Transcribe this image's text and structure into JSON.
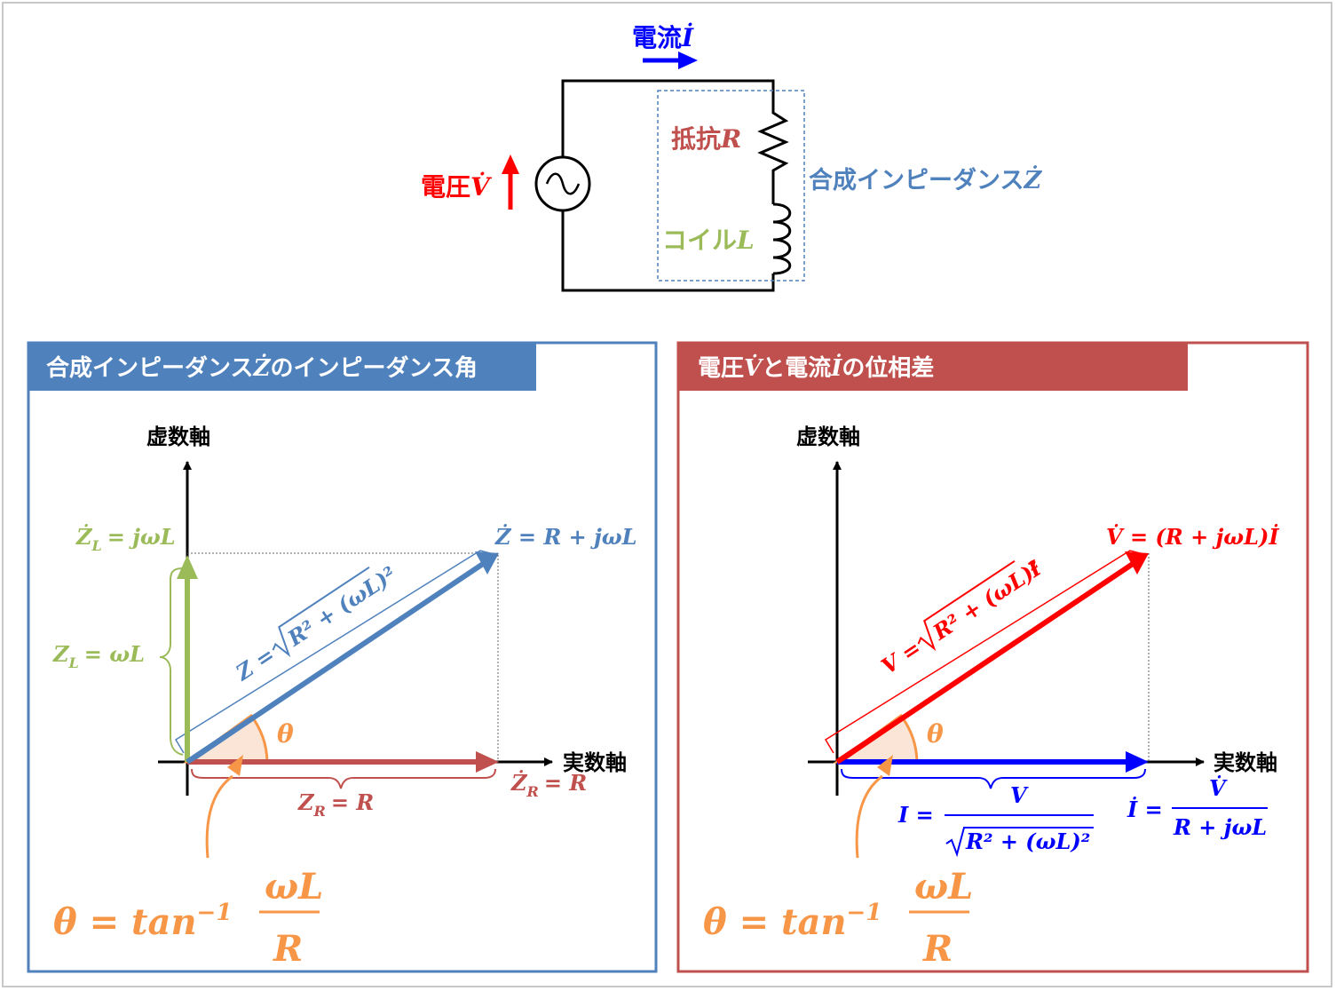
{
  "colors": {
    "blue": "#4f81bd",
    "red": "#c0504d",
    "green": "#9bbb59",
    "orange": "#f79646",
    "pure_red": "#ff0000",
    "pure_blue": "#0000ff",
    "black": "#000000"
  },
  "circuit": {
    "current_label": "電流",
    "current_symbol": "İ",
    "voltage_label": "電圧",
    "voltage_symbol": "V̇",
    "resistor_label": "抵抗",
    "resistor_symbol": "R",
    "coil_label": "コイル",
    "coil_symbol": "L",
    "impedance_label": "合成インピーダンス",
    "impedance_symbol": "Ż"
  },
  "left_panel": {
    "title_prefix": "合成インピーダンス",
    "title_symbol": "Ż",
    "title_suffix": "のインピーダンス角",
    "imag_axis": "虚数軸",
    "real_axis": "実数軸",
    "zl_vec": "Ż",
    "zl_vec_sub": "L",
    "zl_vec_rhs": "= jωL",
    "zl_mag": "Z",
    "zl_mag_sub": "L",
    "zl_mag_rhs": "= ωL",
    "z_vec": "Ż = R + jωL",
    "z_mag_lhs": "Z =",
    "z_mag_rad": "R² + (ωL)²",
    "theta": "θ",
    "zr_mag": "Z",
    "zr_mag_sub": "R",
    "zr_mag_rhs": "= R",
    "zr_vec": "Ż",
    "zr_vec_sub": "R",
    "zr_vec_rhs": "= R",
    "formula_lhs": "θ = tan",
    "formula_exp": "−1",
    "formula_num": "ωL",
    "formula_den": "R"
  },
  "right_panel": {
    "title_a": "電圧",
    "title_b": "V̇",
    "title_c": "と電流",
    "title_d": "İ",
    "title_e": "の位相差",
    "imag_axis": "虚数軸",
    "real_axis": "実数軸",
    "v_vec": "V̇ = (R + jωL)İ",
    "v_mag_lhs": "V =",
    "v_mag_rad": "R² + (ωL)²",
    "v_mag_tail": "I",
    "theta": "θ",
    "i_mag_lhs": "I =",
    "i_mag_num": "V",
    "i_mag_rad": "R² + (ωL)²",
    "i_vec_lhs": "İ =",
    "i_vec_num": "V̇",
    "i_vec_den": "R + jωL",
    "formula_lhs": "θ = tan",
    "formula_exp": "−1",
    "formula_num": "ωL",
    "formula_den": "R"
  }
}
